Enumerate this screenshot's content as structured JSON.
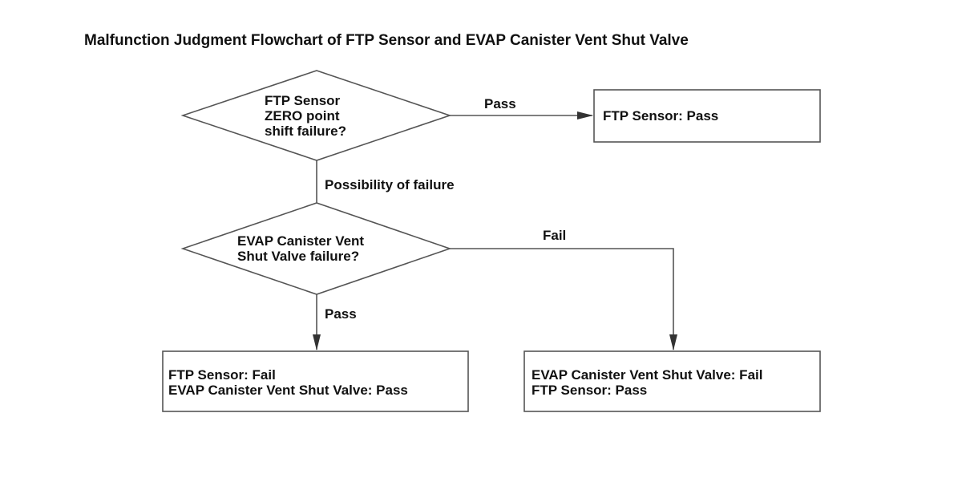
{
  "title": "Malfunction Judgment Flowchart of FTP Sensor and EVAP Canister Vent Shut Valve",
  "nodes": {
    "decision1": {
      "lines": [
        "FTP Sensor",
        "ZERO point",
        "shift failure?"
      ]
    },
    "result_pass": {
      "lines": [
        "FTP Sensor: Pass"
      ]
    },
    "decision2": {
      "lines": [
        "EVAP Canister Vent",
        "Shut Valve failure?"
      ]
    },
    "result_left": {
      "lines": [
        "FTP Sensor: Fail",
        "EVAP Canister Vent Shut Valve: Pass"
      ]
    },
    "result_right": {
      "lines": [
        "EVAP Canister Vent Shut Valve: Fail",
        "FTP Sensor: Pass"
      ]
    }
  },
  "edges": {
    "d1_to_pass": "Pass",
    "d1_to_d2": "Possibility of failure",
    "d2_to_right": "Fail",
    "d2_to_left": "Pass"
  },
  "colors": {
    "stroke": "#555555",
    "arrow": "#333333",
    "text": "#111111",
    "background": "#ffffff"
  }
}
